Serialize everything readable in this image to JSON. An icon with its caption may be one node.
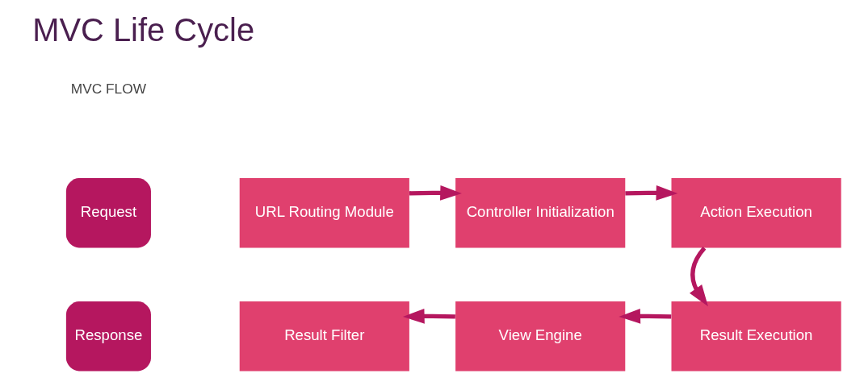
{
  "diagram": {
    "title": "MVC Life Cycle",
    "nodes": [
      {
        "text": [
          "Request"
        ]
      },
      {
        "text": [
          "URL Routing Module"
        ]
      },
      {
        "text": [
          "Controller Initialization"
        ]
      },
      {
        "text": [
          "Action Execution"
        ]
      },
      {
        "text": [
          "Result Execution"
        ]
      },
      {
        "text": [
          "View Engine"
        ]
      },
      {
        "text": [
          "Result Filter"
        ]
      },
      {
        "text": [
          "Response"
        ]
      }
    ],
    "edges": [
      {
        "from": 1,
        "to": 2,
        "arrow": "to"
      },
      {
        "from": 2,
        "to": 3,
        "arrow": "to"
      },
      {
        "from": 3,
        "to": 4,
        "arrow": "to"
      },
      {
        "from": 4,
        "to": 5,
        "arrow": "to"
      },
      {
        "from": 5,
        "to": 6,
        "arrow": "to"
      }
    ],
    "labels": [
      "MVC FLOW"
    ]
  }
}
